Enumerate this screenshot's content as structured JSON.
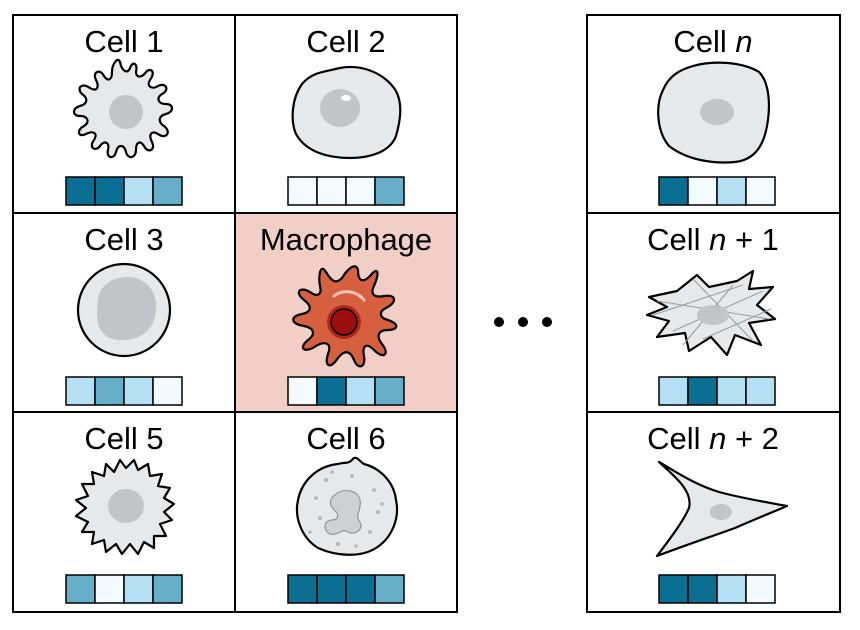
{
  "colors": {
    "level_0": "#f4fbff",
    "level_1": "#b5dff2",
    "level_2": "#67afc9",
    "level_3": "#0b6e93",
    "cell_fill": "#e7e8ea",
    "nucleus_fill": "#c3c4c7",
    "macrophage_fill": "#d55f3e",
    "macrophage_nucleus": "#9b0d0f",
    "highlight_bg": "#f2cfc6"
  },
  "cells": [
    {
      "id": "cell-1",
      "label": "Cell 1",
      "shape": "spiky-dendritic-icon",
      "vector": [
        3,
        3,
        1,
        2
      ]
    },
    {
      "id": "cell-2",
      "label": "Cell 2",
      "shape": "rounded-blob-icon",
      "vector": [
        0,
        0,
        0,
        2
      ]
    },
    {
      "id": "cell-3",
      "label": "Cell 3",
      "shape": "round-cell-icon",
      "vector": [
        1,
        2,
        1,
        0
      ]
    },
    {
      "id": "macrophage",
      "label": "Macrophage",
      "shape": "macrophage-icon",
      "vector": [
        0,
        3,
        1,
        2
      ],
      "highlighted": true
    },
    {
      "id": "cell-5",
      "label": "Cell 5",
      "shape": "ruffled-cell-icon",
      "vector": [
        2,
        0,
        1,
        2
      ]
    },
    {
      "id": "cell-6",
      "label": "Cell 6",
      "shape": "granular-cell-icon",
      "vector": [
        3,
        3,
        3,
        2
      ]
    },
    {
      "id": "cell-n",
      "label_prefix": "Cell ",
      "label_var": "n",
      "label_suffix": "",
      "shape": "polygonal-cell-icon",
      "vector": [
        3,
        0,
        1,
        0
      ]
    },
    {
      "id": "cell-n1",
      "label_prefix": "Cell ",
      "label_var": "n",
      "label_suffix": " + 1",
      "shape": "fibroblast-network-icon",
      "vector": [
        1,
        3,
        1,
        1
      ]
    },
    {
      "id": "cell-n2",
      "label_prefix": "Cell ",
      "label_var": "n",
      "label_suffix": " + 2",
      "shape": "spindle-cell-icon",
      "vector": [
        3,
        3,
        1,
        0
      ]
    }
  ],
  "ellipsis": "ellipsis-icon"
}
